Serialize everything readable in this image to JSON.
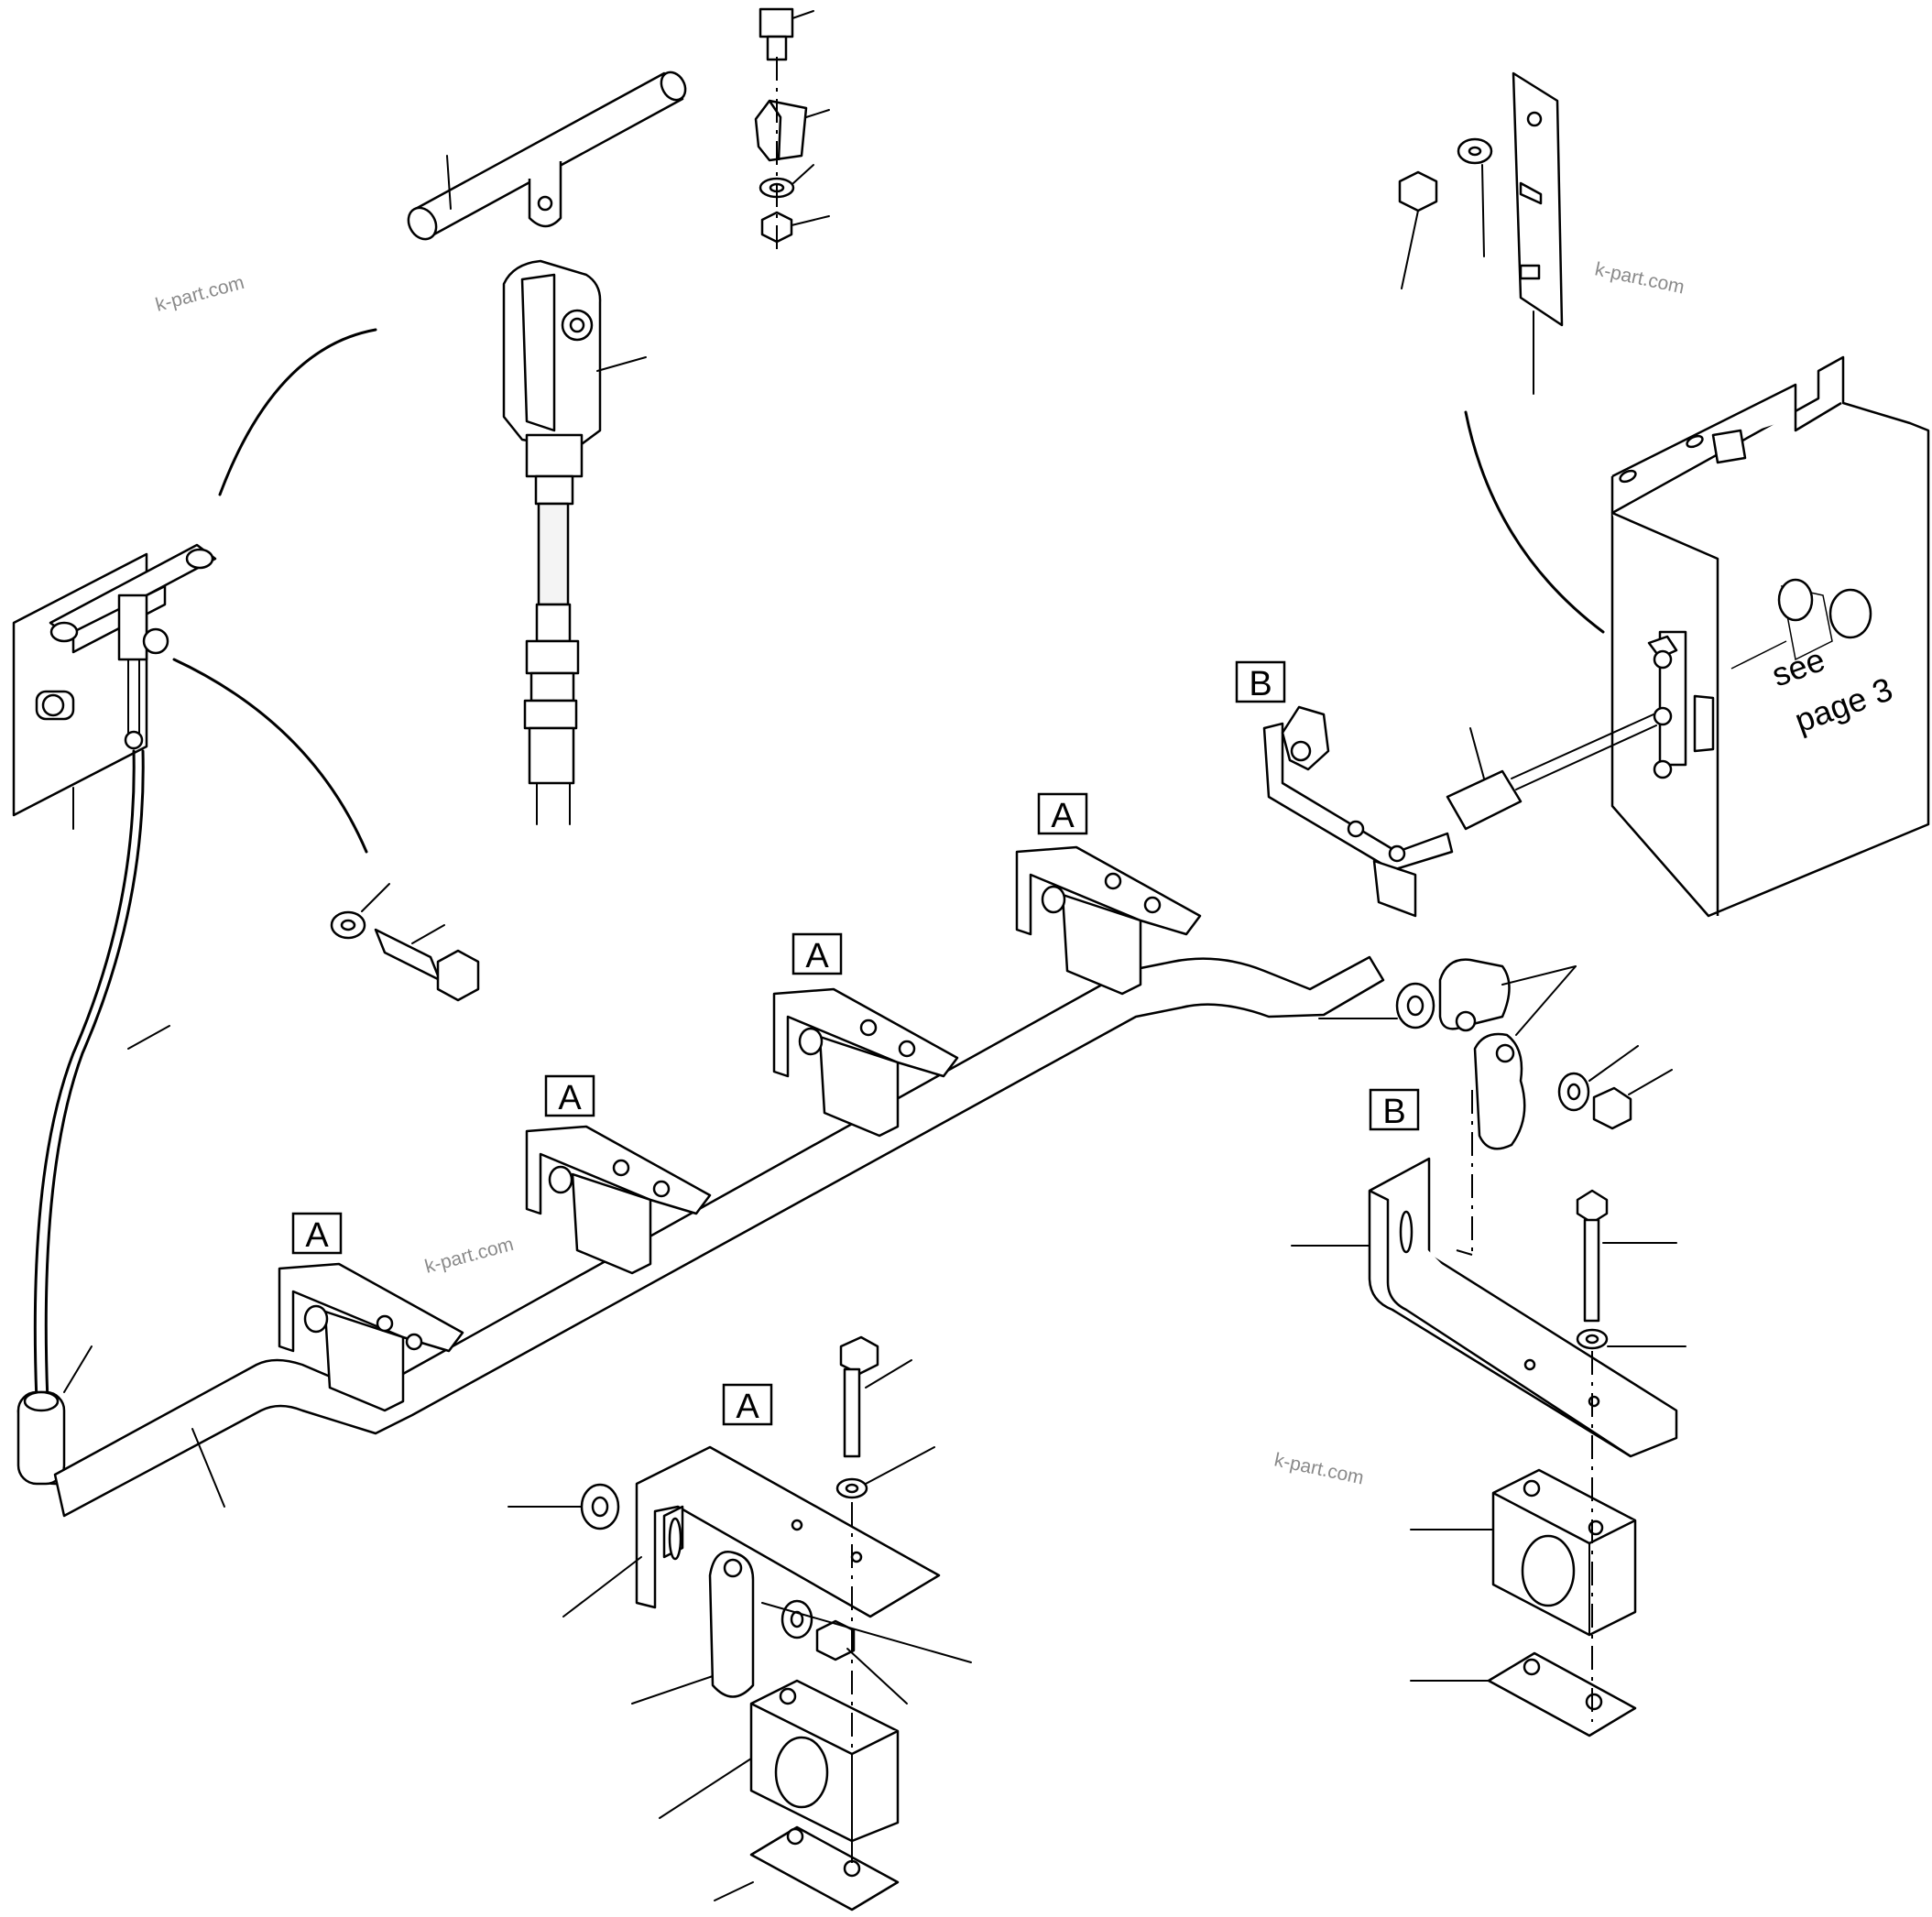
{
  "callouts": {
    "a1": "A",
    "a2": "A",
    "a3": "A",
    "a4": "A",
    "a5": "A",
    "b1": "B",
    "b2": "B"
  },
  "reference_note": {
    "line1": "see",
    "line2": "page 3"
  },
  "watermarks": {
    "w1": "k-part.com",
    "w2": "k-part.com",
    "w3": "k-part.com",
    "w4": "k-part.com"
  }
}
